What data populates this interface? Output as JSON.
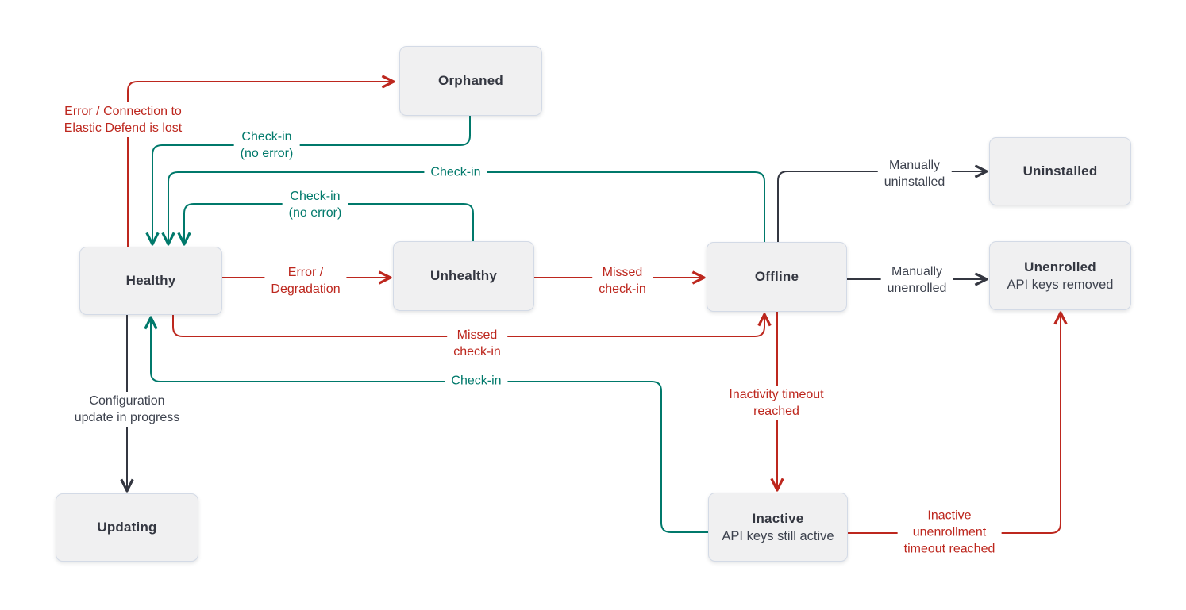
{
  "colors": {
    "error": "#bd271e",
    "success": "#00796b",
    "neutral": "#343741",
    "node_fill": "#f0f0f1",
    "node_border": "#d3dae6",
    "background": "#ffffff"
  },
  "nodes": [
    {
      "id": "orphaned",
      "title": "Orphaned"
    },
    {
      "id": "healthy",
      "title": "Healthy"
    },
    {
      "id": "unhealthy",
      "title": "Unhealthy"
    },
    {
      "id": "offline",
      "title": "Offline"
    },
    {
      "id": "uninstalled",
      "title": "Uninstalled"
    },
    {
      "id": "unenrolled",
      "title": "Unenrolled",
      "subtitle": "API keys removed"
    },
    {
      "id": "updating",
      "title": "Updating"
    },
    {
      "id": "inactive",
      "title": "Inactive",
      "subtitle": "API keys still active"
    }
  ],
  "edges": [
    {
      "from": "healthy",
      "to": "orphaned",
      "color": "error",
      "label": "Error / Connection to\nElastic Defend is lost"
    },
    {
      "from": "orphaned",
      "to": "healthy",
      "color": "success",
      "label": "Check-in\n(no error)"
    },
    {
      "from": "offline",
      "to": "healthy",
      "color": "success",
      "label": "Check-in"
    },
    {
      "from": "unhealthy",
      "to": "healthy",
      "color": "success",
      "label": "Check-in\n(no error)"
    },
    {
      "from": "healthy",
      "to": "unhealthy",
      "color": "error",
      "label": "Error /\nDegradation"
    },
    {
      "from": "unhealthy",
      "to": "offline",
      "color": "error",
      "label": "Missed\ncheck-in"
    },
    {
      "from": "offline",
      "to": "uninstalled",
      "color": "neutral",
      "label": "Manually\nuninstalled"
    },
    {
      "from": "offline",
      "to": "unenrolled",
      "color": "neutral",
      "label": "Manually\nunenrolled"
    },
    {
      "from": "healthy",
      "to": "offline",
      "color": "error",
      "label": "Missed\ncheck-in"
    },
    {
      "from": "inactive",
      "to": "healthy",
      "color": "success",
      "label": "Check-in"
    },
    {
      "from": "healthy",
      "to": "updating",
      "color": "neutral",
      "label": "Configuration\nupdate in progress"
    },
    {
      "from": "offline",
      "to": "inactive",
      "color": "error",
      "label": "Inactivity timeout\nreached"
    },
    {
      "from": "inactive",
      "to": "unenrolled",
      "color": "error",
      "label": "Inactive\nunenrollment\ntimeout reached"
    }
  ]
}
